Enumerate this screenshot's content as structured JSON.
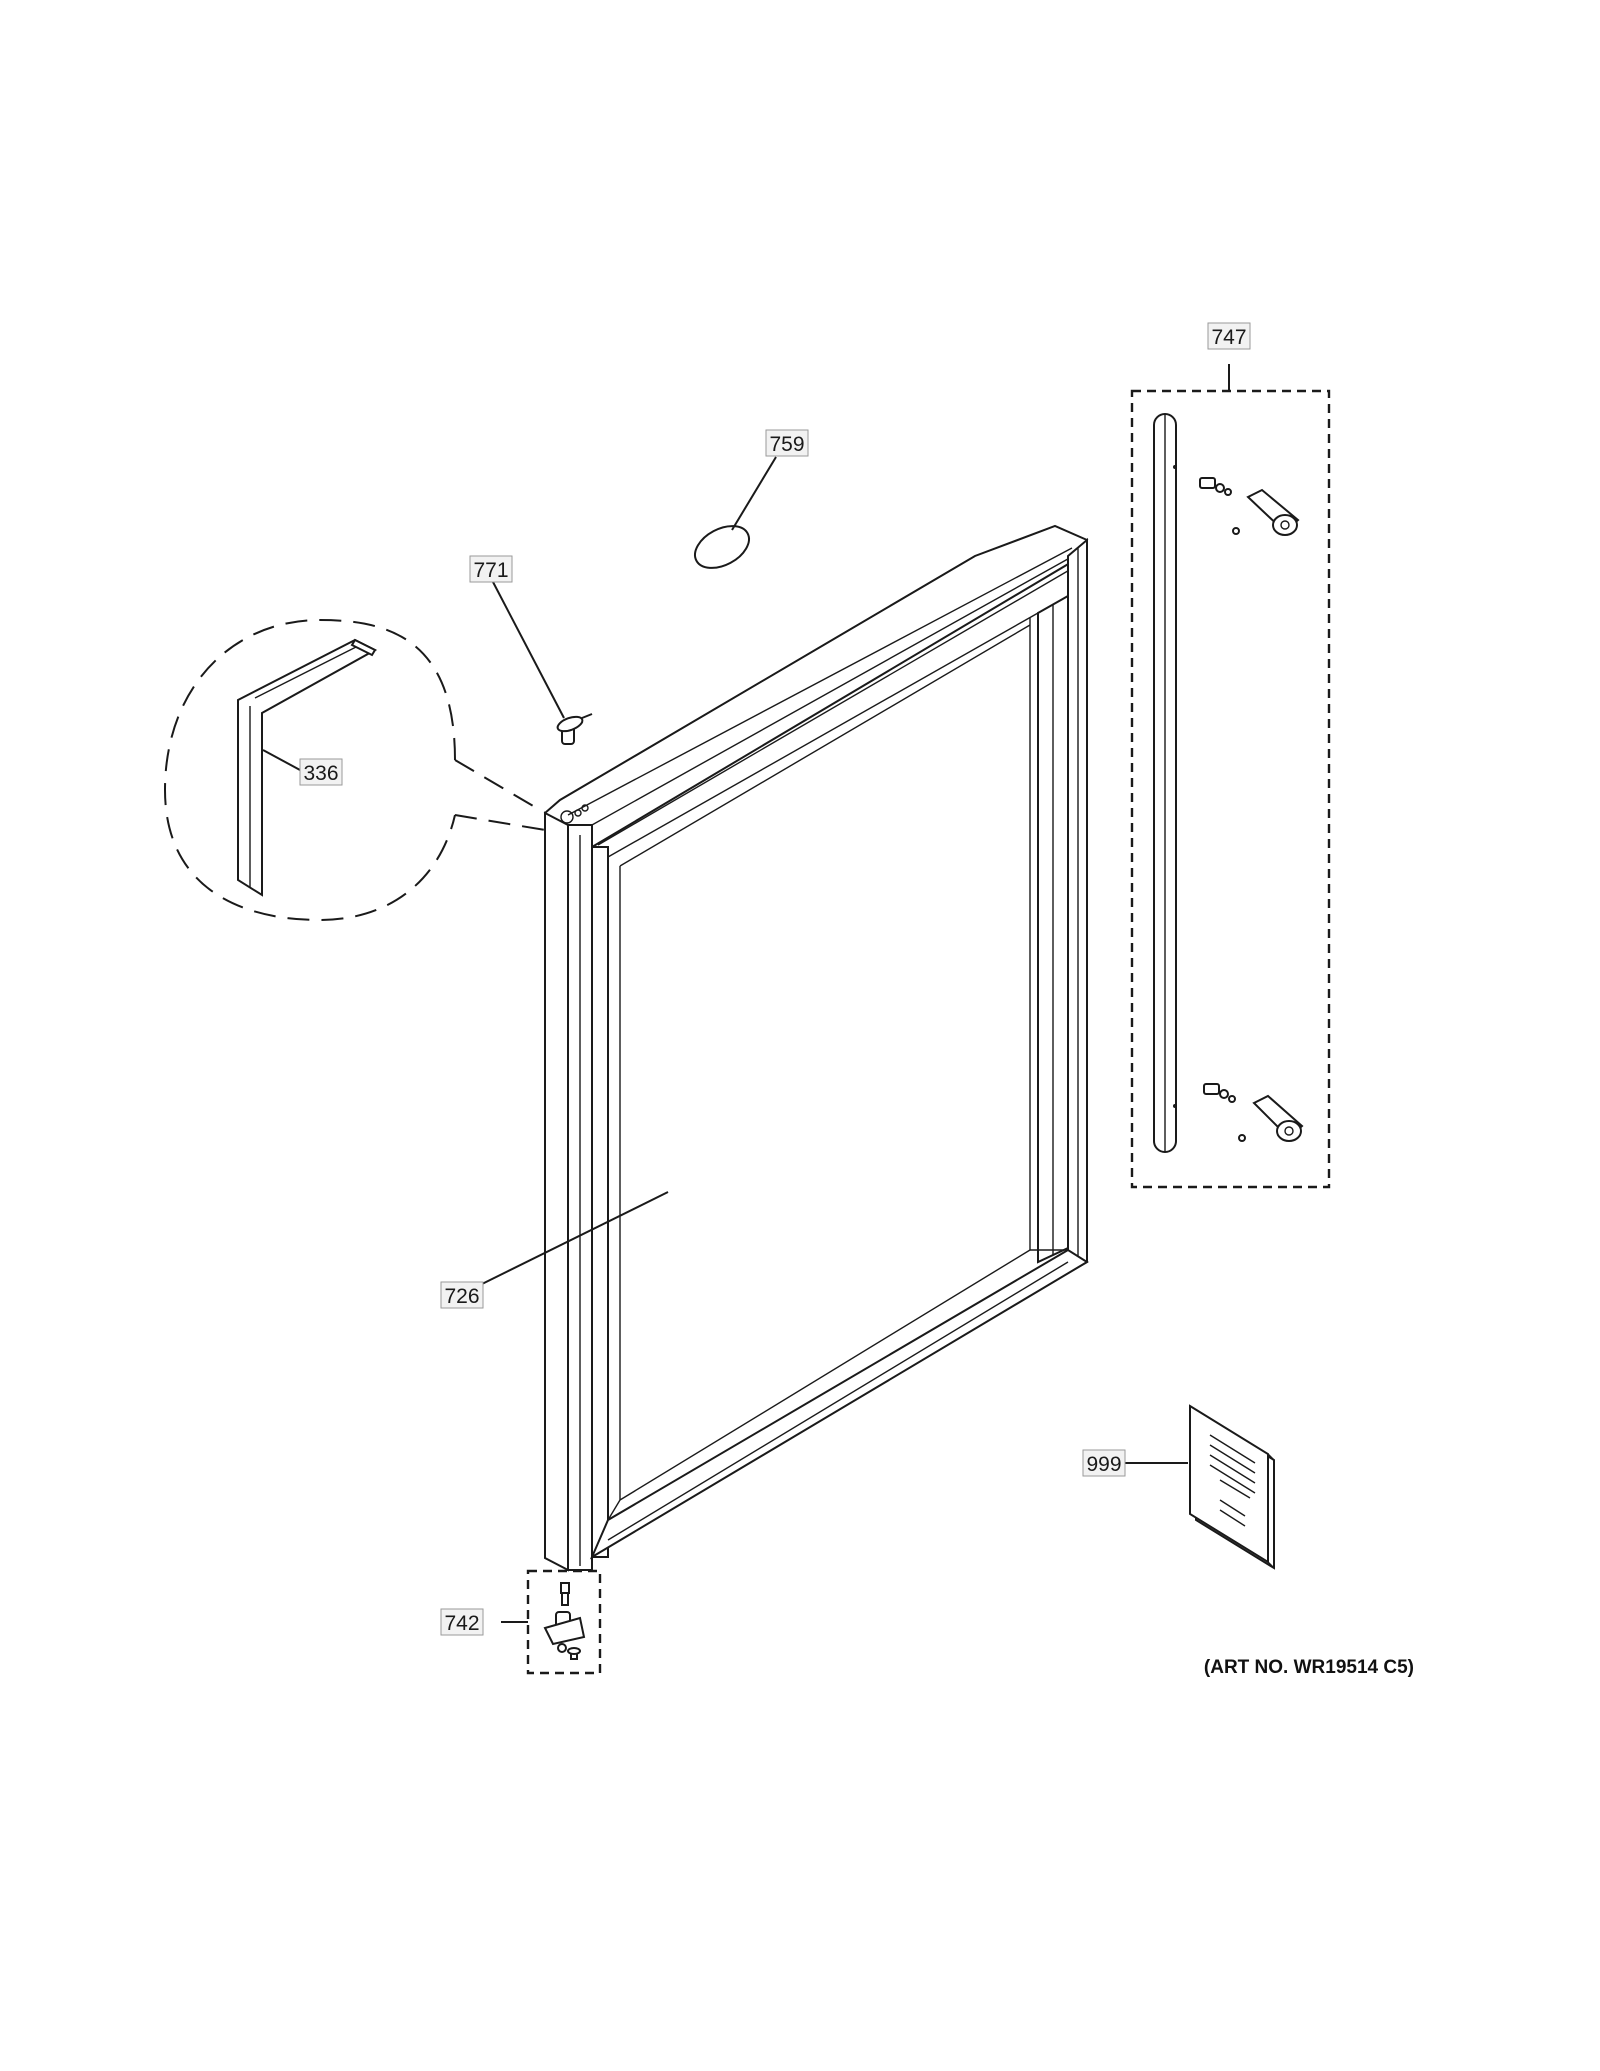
{
  "diagram": {
    "callouts": {
      "p747": "747",
      "p759": "759",
      "p771": "771",
      "p336": "336",
      "p726": "726",
      "p999": "999",
      "p742": "742"
    },
    "art_number": "(ART NO. WR19514 C5)"
  }
}
